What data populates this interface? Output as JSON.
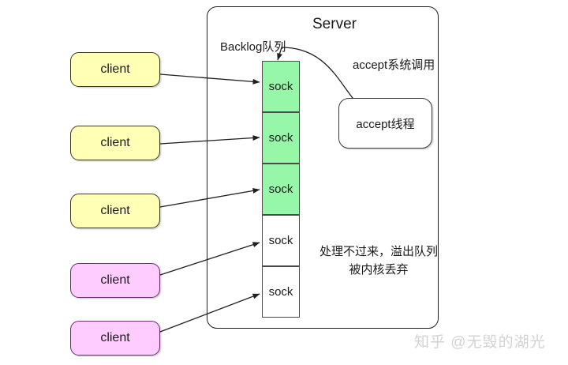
{
  "diagram": {
    "title": "Server",
    "backlog_label": "Backlog队列",
    "accept_call_label": "accept系统调用",
    "accept_thread_label": "accept线程",
    "overflow_note_line1": "处理不过来，溢出队列",
    "overflow_note_line2": "被内核丢弃",
    "watermark": "知乎 @无毁的湖光",
    "colors": {
      "client_yellow": "#ffffb5",
      "client_pink": "#ffccff",
      "sock_green": "#97f7a9",
      "sock_white": "#ffffff",
      "stroke": "#1f1f1f",
      "watermark": "#d2d2d2"
    },
    "clients": [
      {
        "label": "client",
        "fill": "yellow"
      },
      {
        "label": "client",
        "fill": "yellow"
      },
      {
        "label": "client",
        "fill": "yellow"
      },
      {
        "label": "client",
        "fill": "pink"
      },
      {
        "label": "client",
        "fill": "pink"
      }
    ],
    "queue": [
      {
        "label": "sock",
        "state": "accepted"
      },
      {
        "label": "sock",
        "state": "accepted"
      },
      {
        "label": "sock",
        "state": "accepted"
      },
      {
        "label": "sock",
        "state": "overflow"
      },
      {
        "label": "sock",
        "state": "overflow"
      }
    ]
  }
}
